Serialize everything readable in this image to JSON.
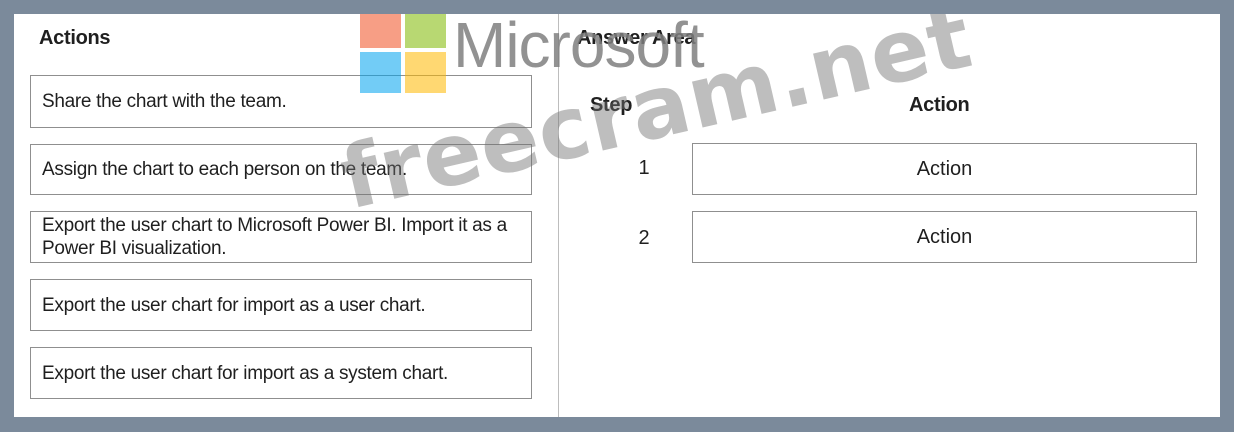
{
  "left": {
    "heading": "Actions",
    "actions": [
      "Share the chart with the team.",
      "Assign the chart to each person on the team.",
      "Export the user chart to Microsoft Power BI. Import it as a Power BI visualization.",
      "Export the user chart for import as a user chart.",
      "Export the user chart for import as a system chart."
    ]
  },
  "right": {
    "heading": "Answer Area",
    "step_header": "Step",
    "action_header": "Action",
    "rows": [
      {
        "step": "1",
        "action": "Action"
      },
      {
        "step": "2",
        "action": "Action"
      }
    ]
  },
  "watermarks": {
    "brand": "Microsoft",
    "site": "freecram.net",
    "logo_colors": [
      "#f25022",
      "#7fba00",
      "#00a4ef",
      "#ffb900"
    ]
  }
}
